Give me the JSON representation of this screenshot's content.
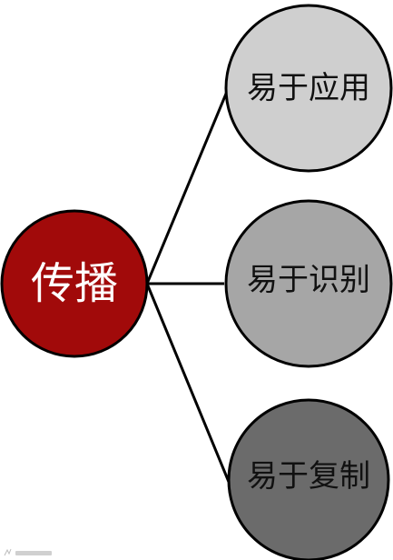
{
  "root": {
    "label": "传播",
    "color": "#a10a0a"
  },
  "children": [
    {
      "label": "易于应用",
      "color": "#cfcfcf"
    },
    {
      "label": "易于识别",
      "color": "#a6a6a6"
    },
    {
      "label": "易于复制",
      "color": "#6b6b6b"
    }
  ],
  "connector_color": "#000000"
}
